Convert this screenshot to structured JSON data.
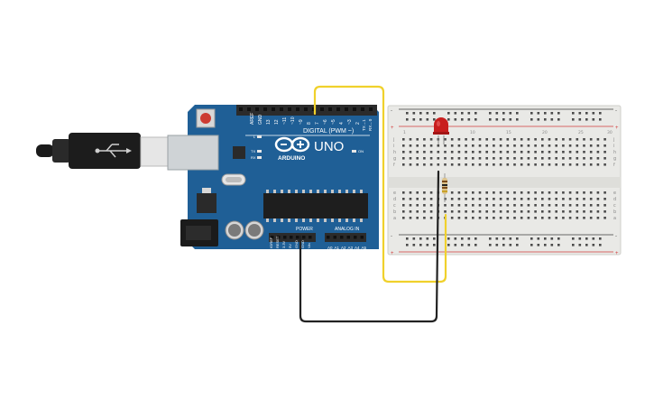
{
  "board": {
    "brand": "ARDUINO",
    "model": "UNO",
    "digital_label": "DIGITAL (PWM ~)",
    "power_label": "POWER",
    "analog_label": "ANALOG IN",
    "on_label": "ON",
    "l_label": "L",
    "tx_label": "TX",
    "rx_label": "RX",
    "digital_pins": [
      "AREF",
      "GND",
      "13",
      "12",
      "~11",
      "~10",
      "~9",
      "8",
      "7",
      "~6",
      "~5",
      "4",
      "~3",
      "2",
      "TX→1",
      "RX←0"
    ],
    "power_pins": [
      "IOREF",
      "RESET",
      "3.3V",
      "5V",
      "GND",
      "GND",
      "Vin"
    ],
    "analog_pins": [
      "A0",
      "A1",
      "A2",
      "A3",
      "A4",
      "A5"
    ]
  },
  "breadboard": {
    "row_letters_top": [
      "j",
      "i",
      "h",
      "g",
      "f"
    ],
    "row_letters_bottom": [
      "e",
      "d",
      "c",
      "b",
      "a"
    ],
    "column_numbers": [
      "1",
      "5",
      "10",
      "15",
      "20",
      "25",
      "30"
    ]
  },
  "components": {
    "led_color": "#c81e1e",
    "wire_signal_color": "#f0d12c",
    "wire_ground_color": "#222222",
    "board_color": "#1f5f96"
  }
}
